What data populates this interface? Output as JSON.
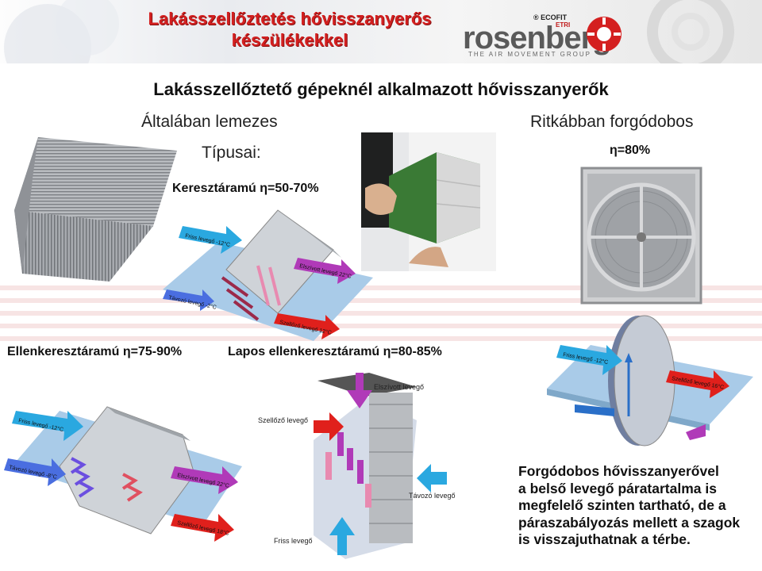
{
  "header": {
    "title_line1": "Lakásszellőztetés hővisszanyerős",
    "title_line2": "készülékekkel",
    "logo": {
      "ecofit": "® ECOFIT",
      "etri": "ETRI",
      "wordmark": "rosenberg",
      "tagline": "THE AIR MOVEMENT GROUP"
    }
  },
  "main_title": "Lakásszellőztető gépeknél alkalmazott hővisszanyerők",
  "plate": {
    "subtitle": "Általában lemezes",
    "types_label": "Típusai:"
  },
  "rotary": {
    "subtitle": "Ritkábban forgódobos",
    "efficiency": "η=80%"
  },
  "labels": {
    "cross_flow": "Keresztáramú η=50-70%",
    "counter_cross": "Ellenkeresztáramú η=75-90%",
    "flat_counter": "Lapos ellenkeresztáramú η=80-85%"
  },
  "diagram_cross": {
    "fresh": "Friss levegő -12°C",
    "extract": "Elszívott levegő 22°C",
    "exhaust": "Távozó levegő -2°C",
    "supply": "Szellőző levegő 12°C"
  },
  "diagram_counter": {
    "fresh": "Friss levegő -12°C",
    "exhaust": "Távozó levegő -8°C",
    "extract": "Elszívott levegő 22°C",
    "supply": "Szellőző levegő 18°C"
  },
  "diagram_flat": {
    "extract": "Elszívott levegő",
    "supply": "Szellőző levegő",
    "exhaust": "Távozó levegő",
    "fresh": "Friss levegő"
  },
  "diagram_rotary": {
    "fresh": "Friss levegő -12°C",
    "supply": "Szellőző levegő 16°C"
  },
  "caption": [
    "Forgódobos hővisszanyerővel",
    "a belső levegő páratartalma is",
    "megfelelő szinten tartható, de a",
    "páraszabályozás mellett a szagok",
    "is visszajuthatnak a térbe."
  ],
  "colors": {
    "title_red": "#d31f1f",
    "cold_blue": "#2aa8e0",
    "warm_red": "#e0201c",
    "magenta": "#b03ab8"
  }
}
